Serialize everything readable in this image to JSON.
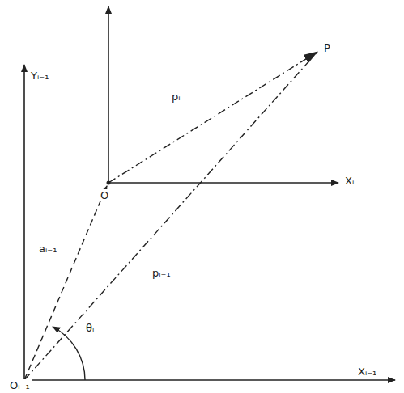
{
  "diagram": {
    "labels": [
      "Yᵢ₋₁",
      "P",
      "pᵢ",
      "O",
      "Xᵢ",
      "aᵢ₋₁",
      "pᵢ₋₁",
      "θᵢ",
      "Oᵢ₋₁",
      "Xᵢ₋₁"
    ]
  }
}
